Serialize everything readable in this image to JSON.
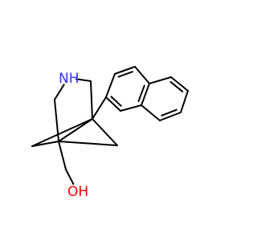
{
  "structure": {
    "atoms": [
      {
        "id": "N1",
        "text": "NH",
        "color": "#3333ff"
      },
      {
        "id": "O1",
        "text": "OH",
        "color": "#ff0000"
      }
    ],
    "bond_color": "#000000",
    "background": "#ffffff"
  }
}
